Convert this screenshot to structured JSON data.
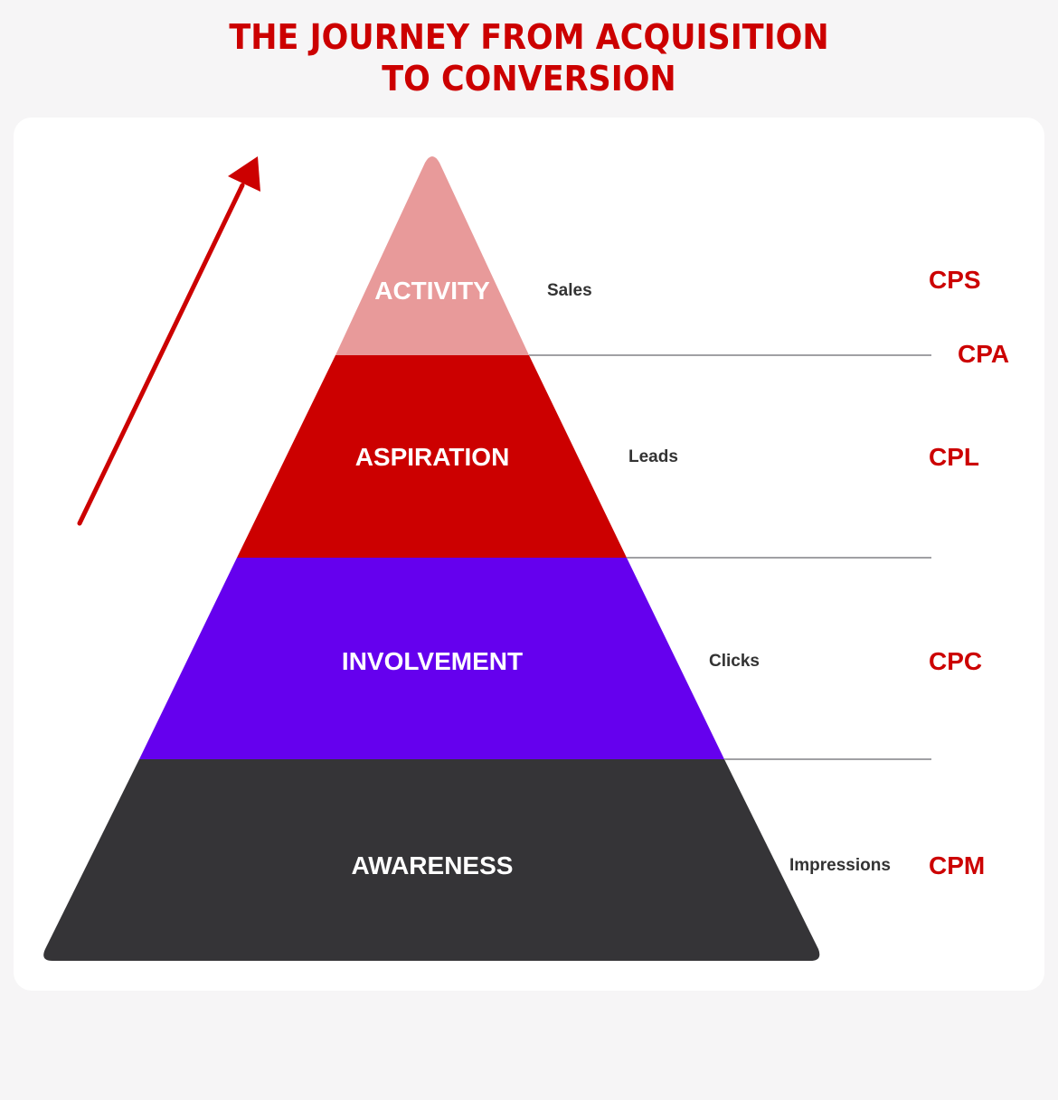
{
  "title": {
    "line1": "THE JOURNEY FROM ACQUISITION",
    "line2": "TO CONVERSION"
  },
  "colors": {
    "accent": "#cc0000",
    "activity": "#e89a9a",
    "aspiration": "#cc0000",
    "involvement": "#6500ee",
    "awareness": "#353437"
  },
  "levels": [
    {
      "name": "ACTIVITY",
      "metric": "Sales",
      "cost": "CPS"
    },
    {
      "name": "ASPIRATION",
      "metric": "Leads",
      "cost": "CPL"
    },
    {
      "name": "INVOLVEMENT",
      "metric": "Clicks",
      "cost": "CPC"
    },
    {
      "name": "AWARENESS",
      "metric": "Impressions",
      "cost": "CPM"
    }
  ],
  "boundary_cost": "CPA"
}
